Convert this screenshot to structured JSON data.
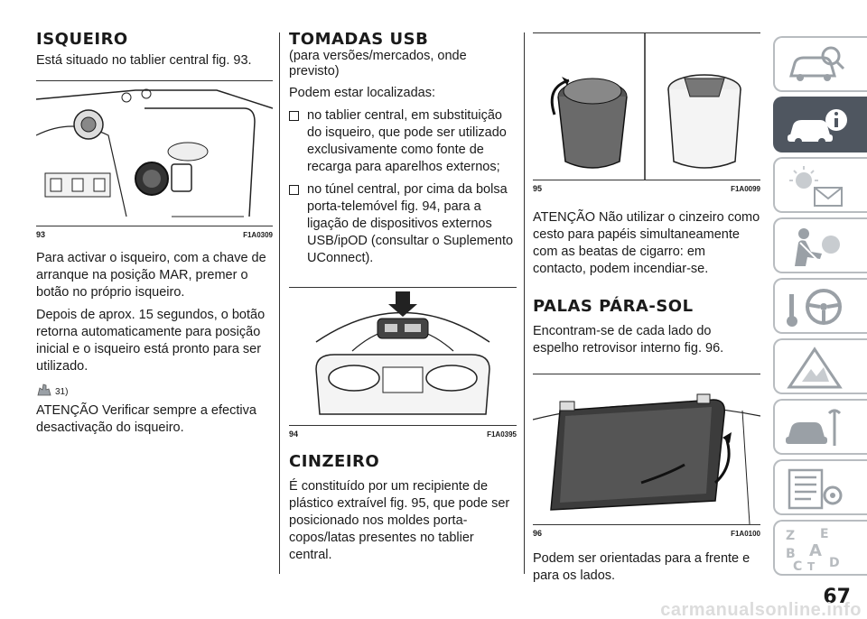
{
  "col1": {
    "heading": "ISQUEIRO",
    "intro": "Está situado no tablier central fig. 93.",
    "fig": {
      "num": "93",
      "code": "F1A0309"
    },
    "para1": "Para activar o isqueiro, com a chave de arranque na posição MAR, premer o botão no próprio isqueiro.",
    "para2": "Depois de aprox. 15 segundos, o botão retorna automaticamente para posição inicial e o isqueiro está pronto para ser utilizado.",
    "warn_ref": "31)",
    "attention": "ATENÇÃO Verificar sempre a efectiva desactivação do isqueiro."
  },
  "col2": {
    "heading": "TOMADAS USB",
    "subheading": "(para versões/mercados, onde previsto)",
    "intro": "Podem estar localizadas:",
    "bullets": [
      "no tablier central, em substituição do isqueiro, que pode ser utilizado exclusivamente como fonte de recarga para aparelhos externos;",
      "no túnel central, por cima da bolsa porta-telemóvel fig. 94, para a ligação de dispositivos externos USB/ipOD (consultar o Suplemento UConnect)."
    ],
    "fig": {
      "num": "94",
      "code": "F1A0395"
    },
    "heading2": "CINZEIRO",
    "para": "É constituído por um recipiente de plástico extraível fig. 95, que pode ser posicionado nos moldes porta-copos/latas presentes no tablier central."
  },
  "col3": {
    "fig1": {
      "num": "95",
      "code": "F1A0099"
    },
    "attention": "ATENÇÃO Não utilizar o cinzeiro como cesto para papéis simultaneamente com as beatas de cigarro: em contacto, podem incendiar-se.",
    "heading": "PALAS PÁRA-SOL",
    "para1": "Encontram-se de cada lado do espelho retrovisor interno fig. 96.",
    "fig2": {
      "num": "96",
      "code": "F1A0100"
    },
    "para2": "Podem ser orientadas para a frente e para os lados."
  },
  "tabs": [
    {
      "icon": "car-search-icon",
      "active": false
    },
    {
      "icon": "car-info-icon",
      "active": true
    },
    {
      "icon": "warning-lights-icon",
      "active": false
    },
    {
      "icon": "seat-airbag-icon",
      "active": false
    },
    {
      "icon": "steering-wheel-icon",
      "active": false
    },
    {
      "icon": "warning-triangle-icon",
      "active": false
    },
    {
      "icon": "car-tools-icon",
      "active": false
    },
    {
      "icon": "specifications-list-icon",
      "active": false
    },
    {
      "icon": "alphabet-index-icon",
      "active": false
    }
  ],
  "alphabet": [
    "Z",
    "E",
    "B",
    "A",
    "C",
    "T",
    "D"
  ],
  "page_number": "67",
  "watermark": "carmanualsonline.info",
  "colors": {
    "tab_active": "#4f5660",
    "tab_border": "#b8bcc0"
  }
}
